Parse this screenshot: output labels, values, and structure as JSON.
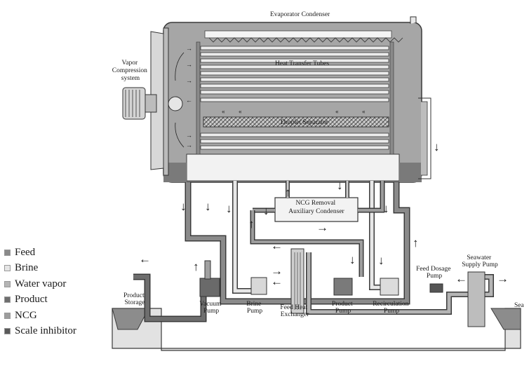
{
  "labels": {
    "evaporator_condenser": "Evaporator Condenser",
    "heat_transfer_tubes": "Heat Transfer Tubes",
    "droplet_separator": "Droplet Separator",
    "vapor_compression": [
      "Vapor",
      "Compression",
      "system"
    ],
    "ncg_removal": [
      "NCG Removal",
      "Auxiliary Condenser"
    ],
    "product_storage": [
      "Product",
      "Storage"
    ],
    "vacuum_pump": [
      "Vacuum",
      "Pump"
    ],
    "brine_pump": [
      "Brine",
      "Pump"
    ],
    "feed_heat_exchanger": [
      "Feed Heat",
      "Exchanger"
    ],
    "product_pump": [
      "Product",
      "Pump"
    ],
    "recirculation_pump": [
      "Recirculation",
      "Pump"
    ],
    "feed_dosage_pump": [
      "Feed Dosage",
      "Pump"
    ],
    "seawater_supply_pump": [
      "Seawater",
      "Supply Pump"
    ],
    "sea": "Sea"
  },
  "legend": [
    {
      "label": "Feed",
      "color": "#8a8a8a"
    },
    {
      "label": "Brine",
      "color": "#e6e6e6"
    },
    {
      "label": "Water vapor",
      "color": "#b5b5b5"
    },
    {
      "label": "Product",
      "color": "#6e6e6e"
    },
    {
      "label": "NCG",
      "color": "#9d9d9d"
    },
    {
      "label": "Scale inhibitor",
      "color": "#5a5a5a"
    }
  ],
  "colors": {
    "vessel": "#a6a6a6",
    "vessel_dark": "#777777",
    "pipe_dark": "#6f6f6f",
    "pipe_mid": "#9a9a9a",
    "pipe_light": "#e8e8e8",
    "outline": "#3a3a3a"
  }
}
